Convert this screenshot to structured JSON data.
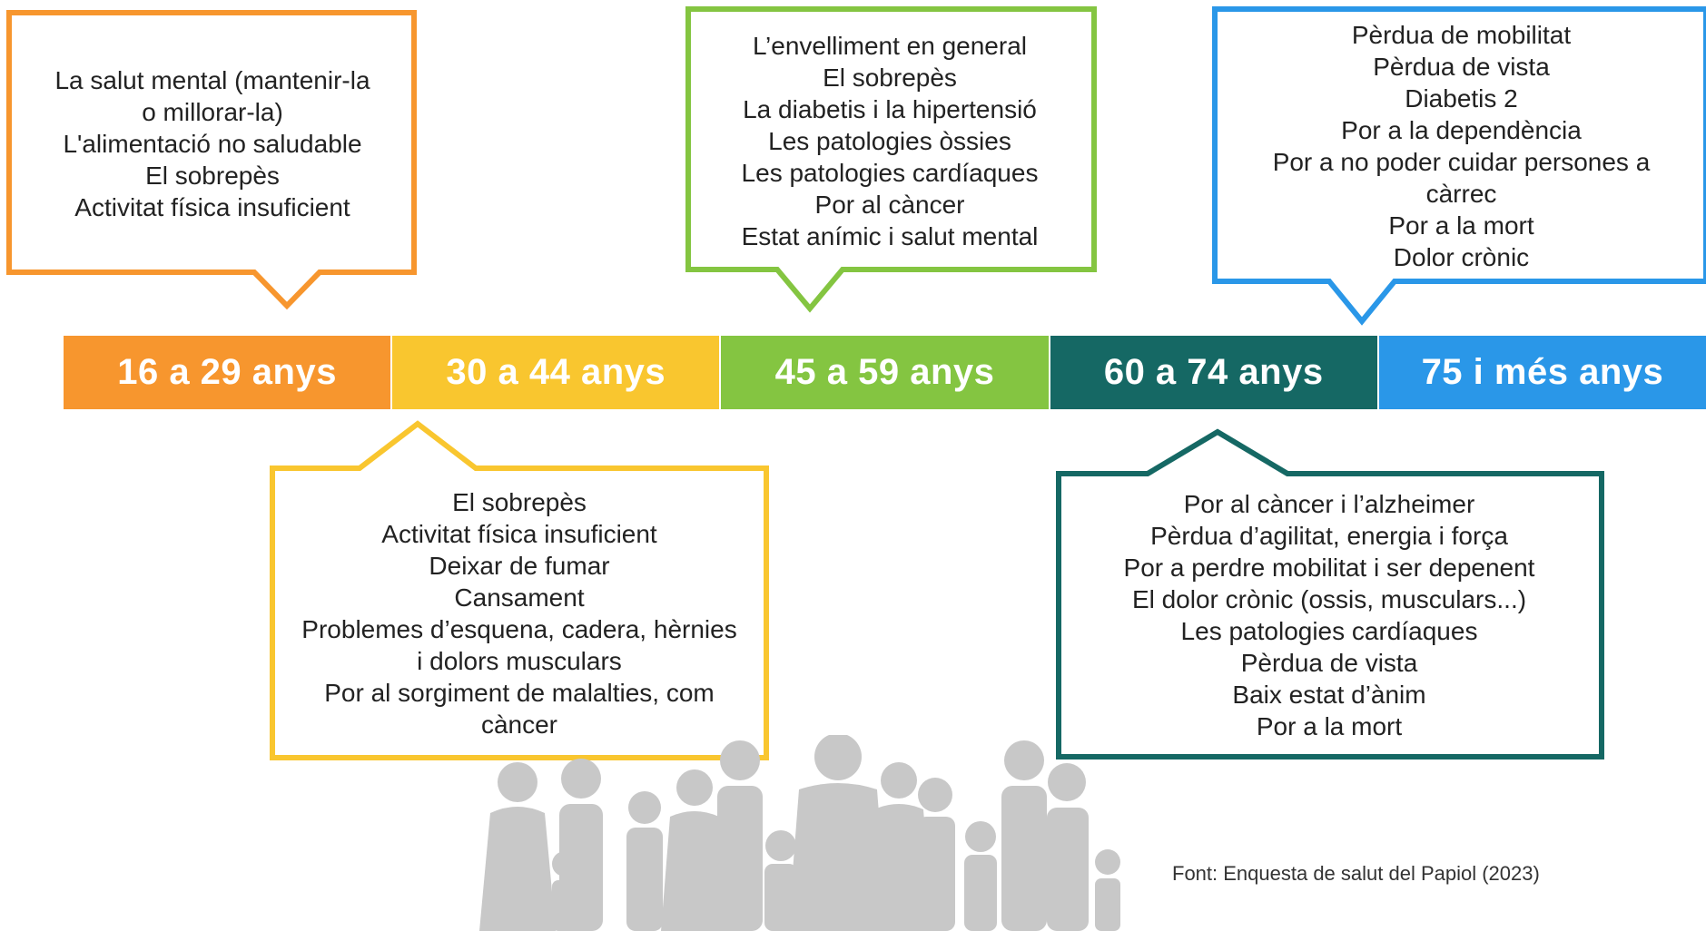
{
  "timeline": [
    {
      "label": "16 a 29 anys",
      "color": "#F7962E"
    },
    {
      "label": "30 a 44 anys",
      "color": "#F9C62F"
    },
    {
      "label": "45 a 59 anys",
      "color": "#84C541"
    },
    {
      "label": "60 a 74 anys",
      "color": "#156864"
    },
    {
      "label": "75 i més anys",
      "color": "#2A97E8"
    }
  ],
  "concerns": [
    {
      "group": "16 a 29 anys",
      "color": "#F7962E",
      "lines": [
        "La salut mental (mantenir-la",
        "o millorar-la)",
        "L'alimentació no saludable",
        "El sobrepès",
        "Activitat física insuficient"
      ]
    },
    {
      "group": "30 a 44 anys",
      "color": "#F9C62F",
      "lines": [
        "El sobrepès",
        "Activitat física insuficient",
        "Deixar de fumar",
        "Cansament",
        "Problemes d’esquena, cadera, hèrnies",
        "i dolors musculars",
        "Por al sorgiment de malalties, com",
        "càncer"
      ]
    },
    {
      "group": "45 a 59 anys",
      "color": "#84C541",
      "lines": [
        "L’envelliment en general",
        "El sobrepès",
        "La diabetis i la hipertensió",
        "Les patologies òssies",
        "Les patologies cardíaques",
        "Por al càncer",
        "Estat anímic i salut mental"
      ]
    },
    {
      "group": "60 a 74 anys",
      "color": "#156864",
      "lines": [
        "Por al càncer i l’alzheimer",
        "Pèrdua d’agilitat, energia i força",
        "Por a perdre mobilitat i ser depenent",
        "El dolor crònic (ossis, musculars...)",
        "Les patologies cardíaques",
        "Pèrdua de vista",
        "Baix estat d’ànim",
        "Por a la mort"
      ]
    },
    {
      "group": "75 i més anys",
      "color": "#2A97E8",
      "lines": [
        "Pèrdua de mobilitat",
        "Pèrdua de vista",
        "Diabetis 2",
        "Por a la dependència",
        "Por a no poder cuidar persones a",
        "càrrec",
        "Por a la mort",
        "Dolor crònic"
      ]
    }
  ],
  "source": "Font: Enquesta de salut del Papiol (2023)",
  "illustration_icon": "family-silhouette-icon"
}
